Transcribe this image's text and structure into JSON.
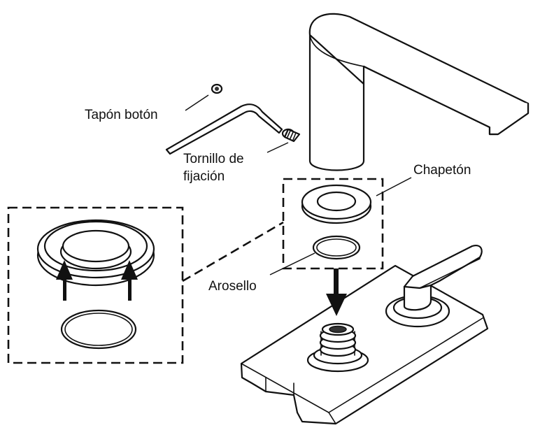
{
  "labels": {
    "cap_button": "Tapón botón",
    "set_screw_line1": "Tornillo de",
    "set_screw_line2": "fijación",
    "escutcheon": "Chapetón",
    "o_ring": "Arosello"
  },
  "icons": [
    "faucet-spout",
    "hex-wrench",
    "set-screw",
    "cap-button",
    "escutcheon-ring",
    "o-ring",
    "valve-stem",
    "handle",
    "down-arrow",
    "up-arrow"
  ]
}
